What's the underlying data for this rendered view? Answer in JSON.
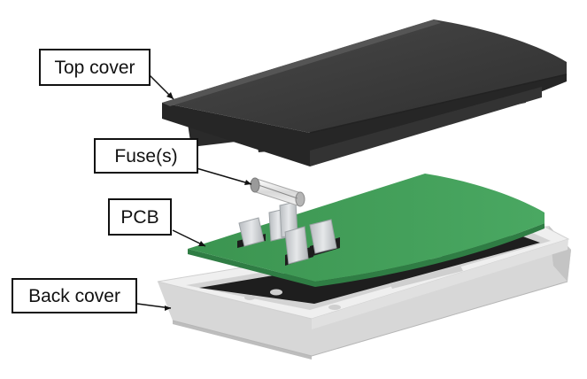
{
  "labels": {
    "top_cover": "Top cover",
    "fuses": "Fuse(s)",
    "pcb": "PCB",
    "back_cover": "Back cover"
  },
  "colors": {
    "top_cover": "#3b3b3b",
    "pcb": "#3f9a55",
    "back_cover": "#e4e4e4",
    "battery_area": "#1e1e1e",
    "fuse_holder": "#c9cdd0",
    "leader_line": "#111111"
  }
}
